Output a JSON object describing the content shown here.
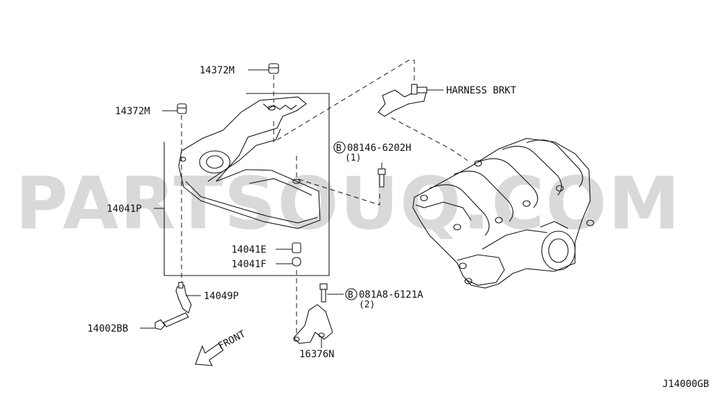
{
  "watermark": "PARTSOUQ.COM",
  "diagram_code": "J14000GB",
  "direction_label": "FRONT",
  "bolt_symbol": "B",
  "callouts": {
    "p14372M_top": "14372M",
    "p14372M_left": "14372M",
    "harness": "HARNESS BRKT",
    "p08146": "08146-6202H",
    "p08146_qty": "(1)",
    "p14041P": "14041P",
    "p14041E": "14041E",
    "p14041F": "14041F",
    "p14049P": "14049P",
    "p14002BB": "14002BB",
    "p081A8": "081A8-6121A",
    "p081A8_qty": "(2)",
    "p16376N": "16376N"
  }
}
